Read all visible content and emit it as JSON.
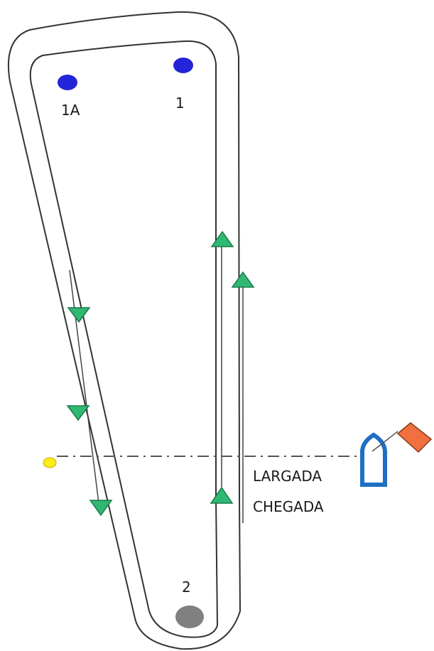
{
  "diagram": {
    "marks": {
      "mark_1": "1",
      "mark_1a": "1A",
      "mark_2": "2"
    },
    "start_label": "LARGADA",
    "finish_label": "CHEGADA"
  },
  "colors": {
    "outline": "#333333",
    "inner_path": "#444444",
    "arrow_fill": "#2fb872",
    "arrow_stroke": "#1c7a4a",
    "mark_blue": "#2424d8",
    "mark_grey": "#808080",
    "pin_yellow": "#ffeb1a",
    "committee_boat": "#1f6fc4",
    "flag": "#f07040",
    "start_line": "#555555"
  },
  "icons": {
    "committee_boat": "boat-icon",
    "flag": "flag-icon",
    "pin_buoy": "buoy-icon"
  }
}
